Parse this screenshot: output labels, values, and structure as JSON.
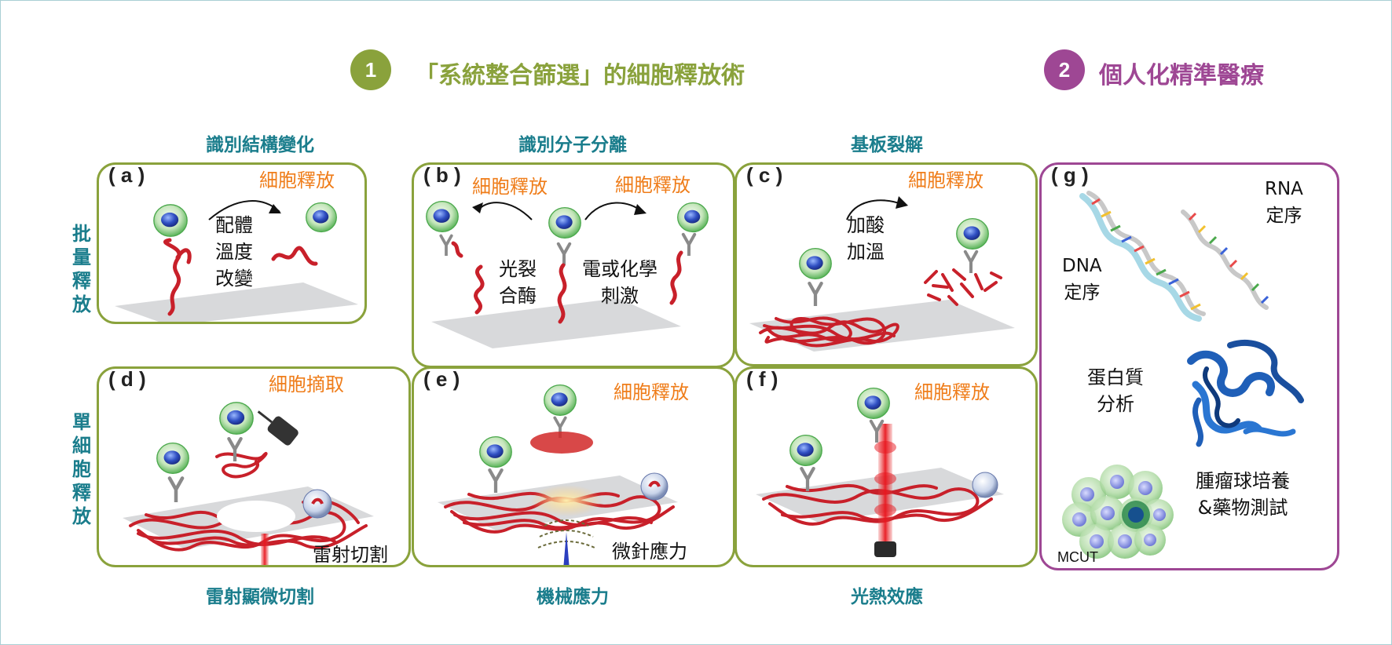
{
  "section1": {
    "number": "1",
    "title": "「系統整合篩選」的細胞釋放術",
    "color": "#8aa23c"
  },
  "section2": {
    "number": "2",
    "title": "個人化精準醫療",
    "color": "#9e4794"
  },
  "columns_top": [
    "識別結構變化",
    "識別分子分離",
    "基板裂解"
  ],
  "columns_bottom": [
    "雷射顯微切割",
    "機械應力",
    "光熱效應"
  ],
  "rows": {
    "batch": [
      "批",
      "量",
      "釋",
      "放"
    ],
    "single": [
      "單",
      "細",
      "胞",
      "釋",
      "放"
    ]
  },
  "panels": {
    "a": {
      "label": "( a )",
      "release": "細胞釋放",
      "text": [
        "配體",
        "溫度",
        "改變"
      ]
    },
    "b": {
      "label": "( b )",
      "release_left": "細胞釋放",
      "release_right": "細胞釋放",
      "text_left": [
        "光裂",
        "合酶"
      ],
      "text_right": [
        "電或化學",
        "刺激"
      ]
    },
    "c": {
      "label": "( c )",
      "release": "細胞釋放",
      "text": [
        "加酸",
        "加溫"
      ]
    },
    "d": {
      "label": "( d )",
      "release": "細胞摘取",
      "text": "雷射切割"
    },
    "e": {
      "label": "( e )",
      "release": "細胞釋放",
      "text": "微針應力"
    },
    "f": {
      "label": "( f )",
      "release": "細胞釋放",
      "text": ""
    },
    "g": {
      "label": "( g )",
      "rna": [
        "RNA",
        "定序"
      ],
      "dna": [
        "DNA",
        "定序"
      ],
      "protein": [
        "蛋白質",
        "分析"
      ],
      "tumor": [
        "腫瘤球培養",
        "&藥物測試"
      ],
      "mcut": "MCUT"
    }
  },
  "colors": {
    "teal": "#1a7d8c",
    "orange": "#ef7d1a",
    "green_border": "#8aa23c",
    "purple_border": "#9e4794",
    "fiber": "#c8202a"
  }
}
